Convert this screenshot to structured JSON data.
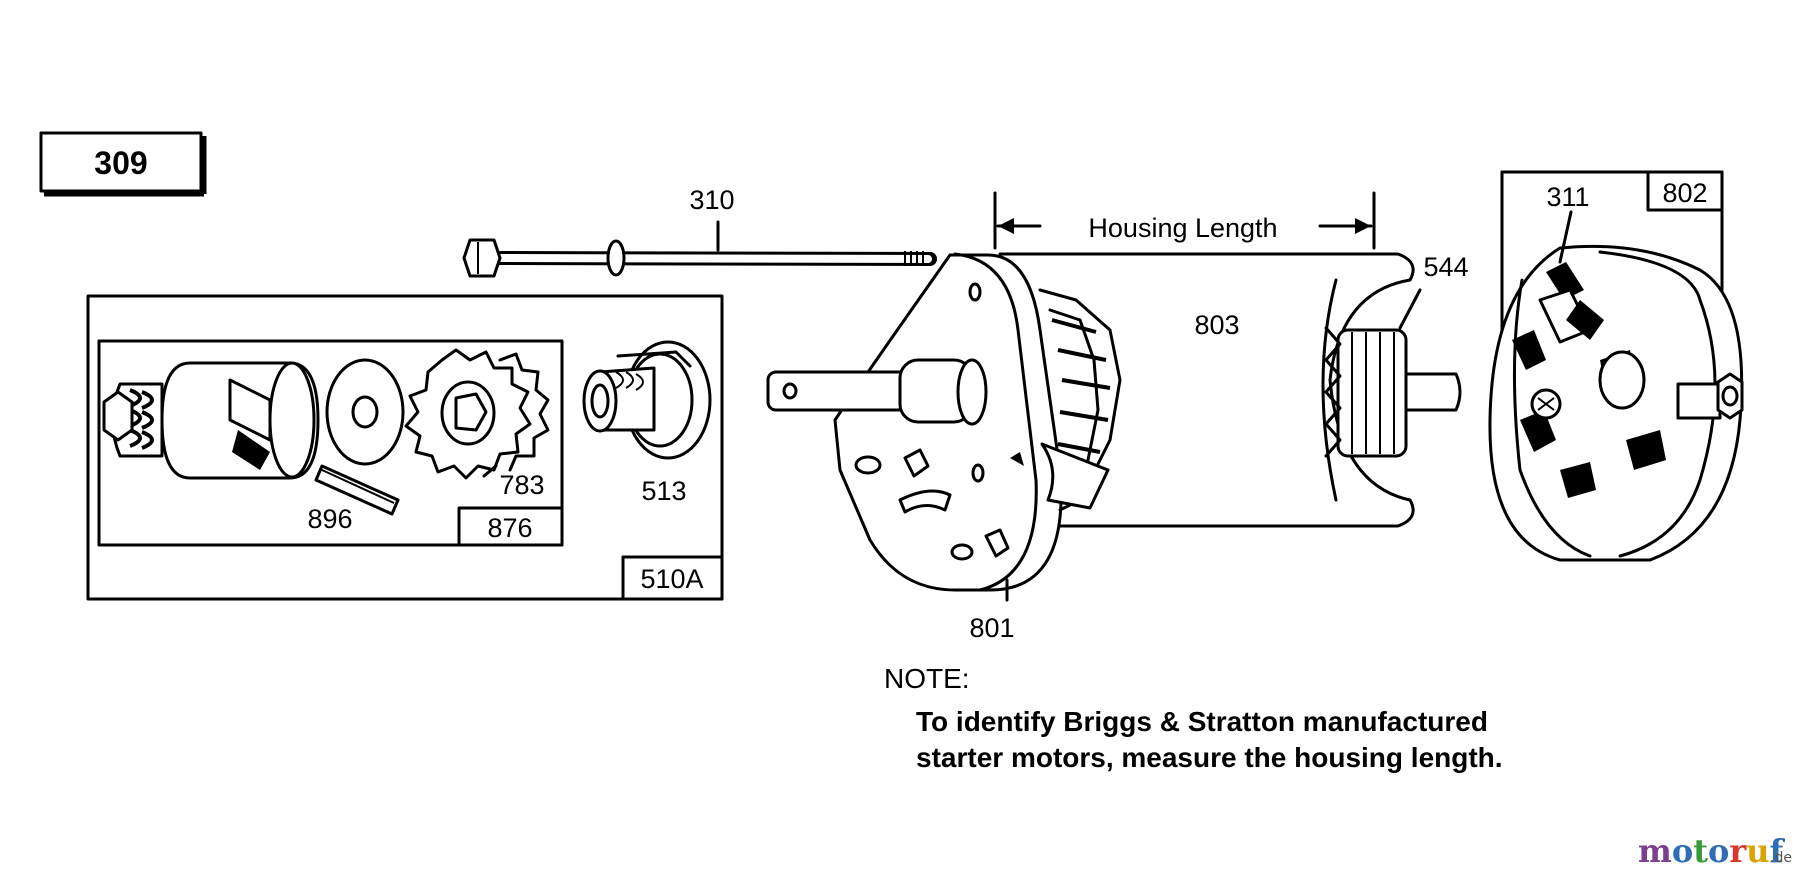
{
  "assembly_code": "309",
  "dimension_label": "Housing Length",
  "part_numbers": {
    "p310": "310",
    "p311": "311",
    "p802": "802",
    "p544": "544",
    "p803": "803",
    "p801": "801",
    "p510a": "510A",
    "p896": "896",
    "p876": "876",
    "p783": "783",
    "p513": "513"
  },
  "note": {
    "title": "NOTE:",
    "line1": "To identify Briggs & Stratton manufactured",
    "line2": "starter motors, measure the housing length."
  },
  "watermark": {
    "brand": "motoruf",
    "suffix": ".de",
    "colors": {
      "m": "#7a3f8f",
      "o": "#2f6db5",
      "t": "#3a9a3a",
      "u": "#d9a400",
      "r": "#d6392b",
      "f": "#2f6db5"
    }
  }
}
